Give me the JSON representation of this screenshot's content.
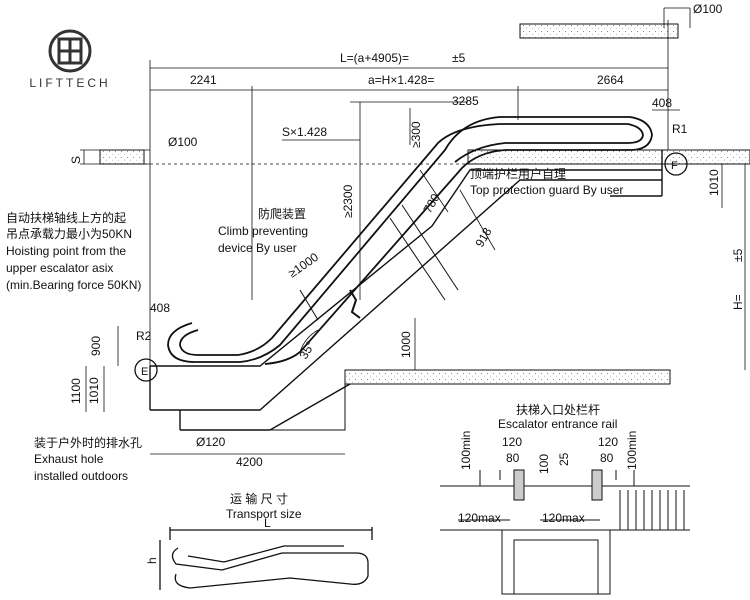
{
  "brand": {
    "name": "LIFTTECH"
  },
  "dimensions": {
    "top_phi": "Ø100",
    "total_length": "L=(a+4905)=",
    "total_tol": "±5",
    "lower_landing": "2241",
    "incline_a": "a=H×1.428=",
    "upper_landing": "2664",
    "upper_clear": "3285",
    "upper_408": "408",
    "r1": "R1",
    "phi_left": "Ø100",
    "s_1428": "S×1.428",
    "s": "S",
    "ge300": "≥300",
    "ge2300": "≥2300",
    "d780": "780",
    "d918": "918",
    "ge1000": "≥1000",
    "d1010_right": "1010",
    "h_label": "H=",
    "h_tol": "±5",
    "left_408": "408",
    "r2": "R2",
    "d900": "900",
    "d1100": "1100",
    "d1010_left": "1010",
    "d1000": "1000",
    "angle": "35°",
    "phi_drain": "Ø120",
    "d4200": "4200"
  },
  "labels": {
    "hoist_cn_1": "自动扶梯轴线上方的起",
    "hoist_cn_2": "吊点承载力最小为50KN",
    "hoist_en_1": "Hoisting point from the",
    "hoist_en_2": "upper escalator asix",
    "hoist_en_3": "(min.Bearing force 50KN)",
    "climb_cn": "防爬装置",
    "climb_en_1": "Climb preventing",
    "climb_en_2": "device By user",
    "guard_cn": "顶端护栏用户自理",
    "guard_en": "Top protection guard By user",
    "exhaust_cn": "装于户外时的排水孔",
    "exhaust_en_1": "Exhaust hole",
    "exhaust_en_2": "installed outdoors",
    "transport_cn": "运 输 尺 寸",
    "transport_en": "Transport size",
    "transport_l": "L",
    "transport_h": "h",
    "entrance_cn": "扶梯入口处栏杆",
    "entrance_en": "Escalator entrance rail"
  },
  "detail": {
    "d120_left": "120",
    "d80_left": "80",
    "d100": "100",
    "d25": "25",
    "d120_right": "120",
    "d80_right": "80",
    "d100min_left": "100min",
    "d100min_right": "100min",
    "d120max_left": "120max",
    "d120max_mid": "120max"
  }
}
